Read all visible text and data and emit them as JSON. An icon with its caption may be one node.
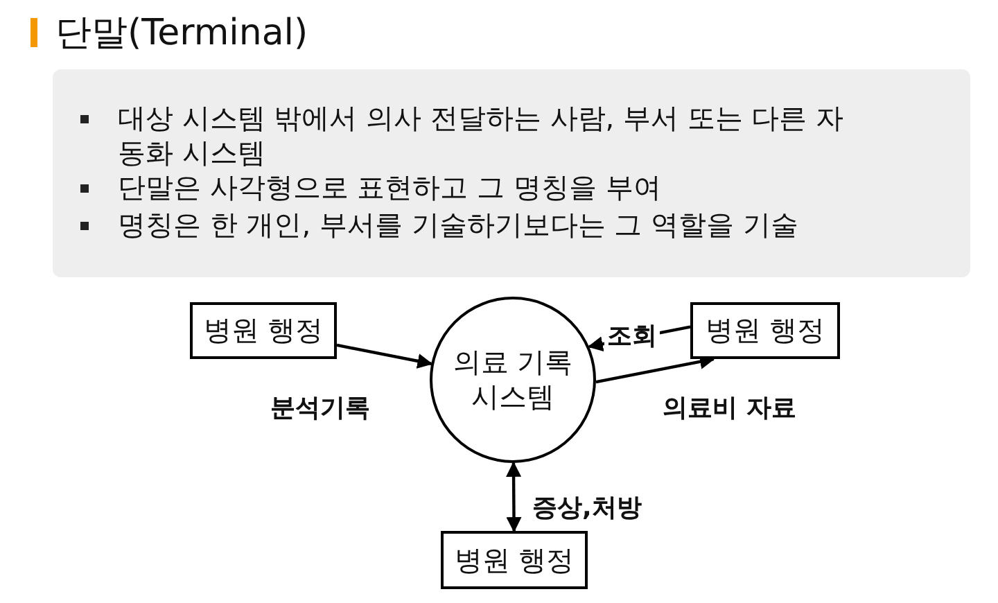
{
  "diagram": {
    "title": "단말(Terminal)",
    "nodes": [
      {
        "text": [
          "병원 행정"
        ]
      },
      {
        "text": [
          "의료 기록 시스템"
        ]
      },
      {
        "text": [
          "병원 행정"
        ]
      },
      {
        "text": [
          "병원 행정"
        ]
      }
    ],
    "edges": [
      {
        "from": 0,
        "to": 1,
        "arrow": "to",
        "label": "분석기록"
      },
      {
        "from": 2,
        "to": 1,
        "arrow": "to",
        "label": "조회"
      },
      {
        "from": 1,
        "to": 2,
        "arrow": "to",
        "label": "의료비 자료"
      },
      {
        "from": 1,
        "to": 3,
        "arrow": "both",
        "label": "증상,처방"
      }
    ],
    "labels": [
      "대상 시스템 밖에서 의사 전달하는 사람, 부서 또는 다른 자동화 시스템",
      "단말은 사각형으로 표현하고 그 명칭을 부여",
      "명칭은 한 개인, 부서를 기술하기보다는 그 역할을 기술"
    ]
  }
}
